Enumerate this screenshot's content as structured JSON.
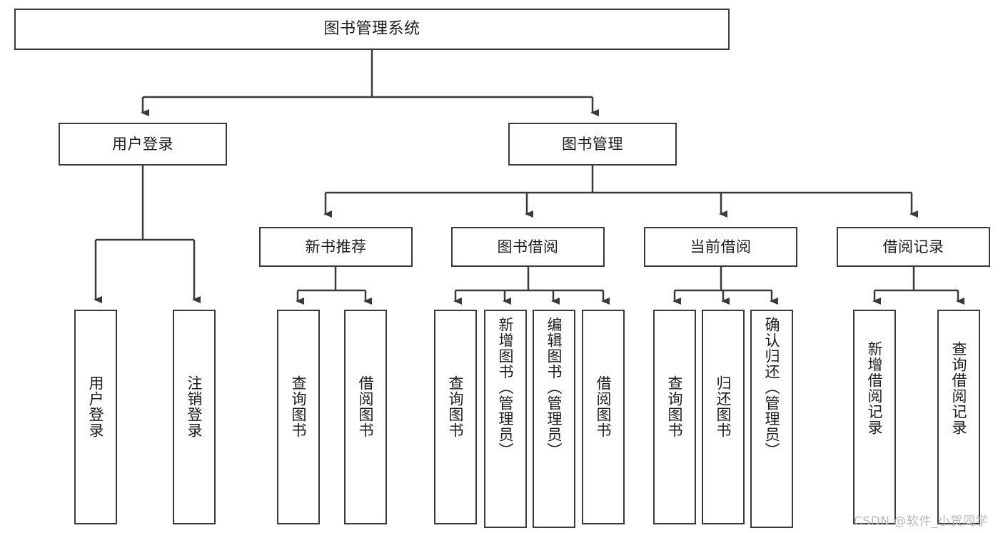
{
  "diagram": {
    "title": "图书管理系统",
    "type": "functional-structure-tree",
    "root": {
      "label": "图书管理系统"
    },
    "level2": [
      {
        "id": "user-login",
        "label": "用户登录"
      },
      {
        "id": "book-manage",
        "label": "图书管理"
      }
    ],
    "level3": [
      {
        "id": "new-book-recommend",
        "label": "新书推荐",
        "parent": "book-manage"
      },
      {
        "id": "book-borrow",
        "label": "图书借阅",
        "parent": "book-manage"
      },
      {
        "id": "current-borrow",
        "label": "当前借阅",
        "parent": "book-manage"
      },
      {
        "id": "borrow-record",
        "label": "借阅记录",
        "parent": "book-manage"
      }
    ],
    "leaves": [
      {
        "id": "leaf-user-login",
        "label": "用户登录",
        "parent": "user-login"
      },
      {
        "id": "leaf-user-logout",
        "label": "注销登录",
        "parent": "user-login"
      },
      {
        "id": "leaf-query-book-1",
        "label": "查询图书",
        "parent": "new-book-recommend"
      },
      {
        "id": "leaf-borrow-book-1",
        "label": "借阅图书",
        "parent": "new-book-recommend"
      },
      {
        "id": "leaf-query-book-2",
        "label": "查询图书",
        "parent": "book-borrow"
      },
      {
        "id": "leaf-add-book",
        "label": "新增图书（管理员）",
        "parent": "book-borrow"
      },
      {
        "id": "leaf-edit-book",
        "label": "编辑图书（管理员）",
        "parent": "book-borrow"
      },
      {
        "id": "leaf-borrow-book-2",
        "label": "借阅图书",
        "parent": "book-borrow"
      },
      {
        "id": "leaf-query-book-3",
        "label": "查询图书",
        "parent": "current-borrow"
      },
      {
        "id": "leaf-return-book",
        "label": "归还图书",
        "parent": "current-borrow"
      },
      {
        "id": "leaf-confirm-return",
        "label": "确认归还（管理员）",
        "parent": "current-borrow"
      },
      {
        "id": "leaf-add-record",
        "label": "新增借阅记录",
        "parent": "borrow-record"
      },
      {
        "id": "leaf-query-record",
        "label": "查询借阅记录",
        "parent": "borrow-record"
      }
    ],
    "watermark": "CSDN @软件_小贺同学",
    "colors": {
      "stroke": "#3a3a3a",
      "background": "#ffffff",
      "text": "#1c1c1c",
      "watermark": "#b9b9b9"
    }
  }
}
